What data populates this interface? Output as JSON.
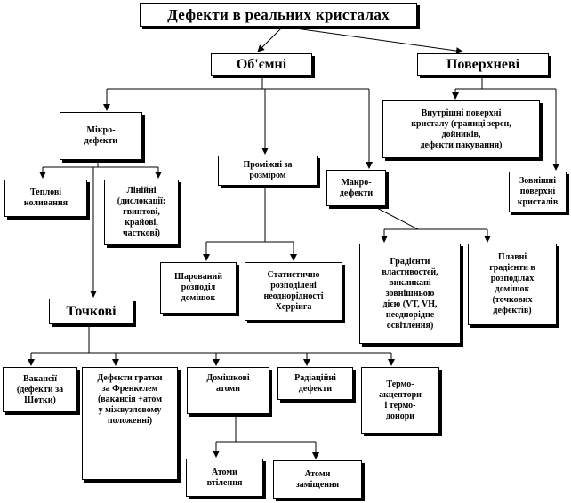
{
  "diagram": {
    "root": "Дефекти в реальних кристалах",
    "volumetric": "Об'ємні",
    "surface": "Поверхневі",
    "internal_surfaces": "Внутрішні поверхні\nкристалу (границі зерен,\nдойників,\nдефекти пакування)",
    "external_surfaces": "Зовнішні\nповерхні\nкристалів",
    "micro_defects": "Мікро-\nдефекти",
    "intermediate_size": "Проміжні за\nрозміром",
    "macro_defects": "Макро-\nдефекти",
    "thermal_vibrations": "Теплові\nколивання",
    "linear": "Лінійні\n(дислокації:\nгвинтові,\nкрайові,\nчасткові)",
    "layered_distribution": "Шарований\nрозподіл\nдомішок",
    "statistical_distribution": "Статистично\nрозподілені\nнеоднорідності\nХерріига",
    "property_gradients": "Градієнти\nвластивостей,\nвикликані\nзовнішньою\nдією (VT, VH,\nнеоднорідне\nосвітлення)",
    "flat_gradients": "Плавні\nградієнти в\nрозподілах\nдомішок\n(точкових\nдефектів)",
    "point": "Точкові",
    "vacancies": "Вакансії\n(дефекти за\nШотки)",
    "frenkel": "Дефекти гратки\nза Френкелем\n(вакансія +атом\nу міжвузловому\nположенні)",
    "impurity_atoms": "Домішкові\nатоми",
    "radiation": "Радіаційні\nдефекти",
    "thermo": "Термо-\nакцептори\nі термо-\nдонори",
    "interstitial_atoms": "Атоми\nвтілення",
    "substitution_atoms": "Атоми\nзаміщення"
  }
}
